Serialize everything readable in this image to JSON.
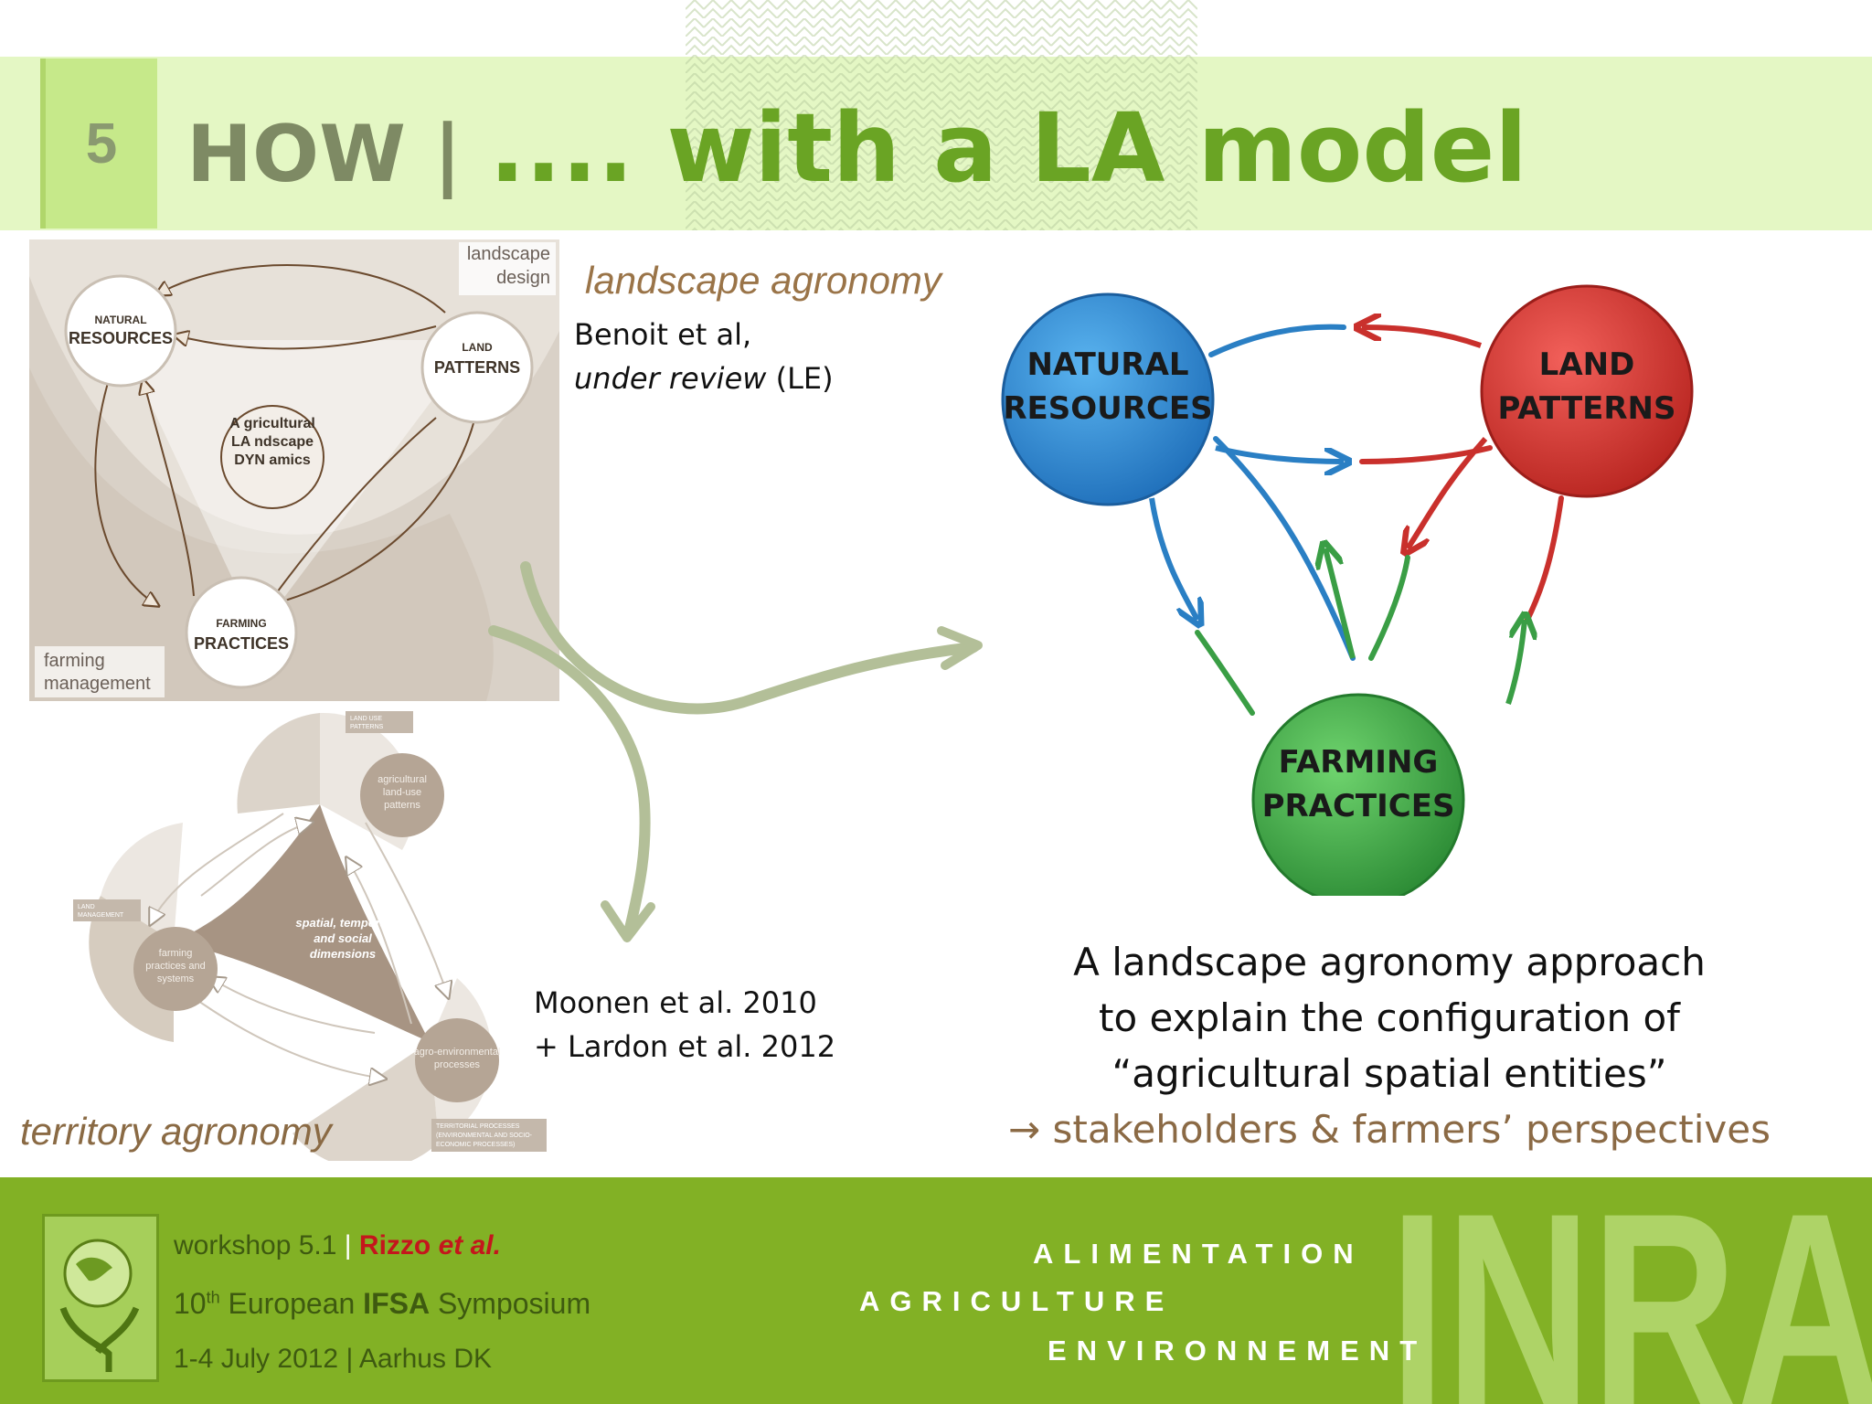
{
  "header": {
    "slide_number": "5",
    "title_prefix": "HOW | ",
    "title_main": ".... with a LA model"
  },
  "left_diagram": {
    "panel_label_top": [
      "landscape",
      "design"
    ],
    "panel_label_bottom": [
      "farming",
      "management"
    ],
    "nodes": {
      "natural": [
        "NATURAL",
        "RESOURCES"
      ],
      "land": [
        "LAND",
        "PATTERNS"
      ],
      "farming": [
        "FARMING",
        "PRACTICES"
      ]
    },
    "center": [
      "A gricultural",
      "LA ndscape",
      "DYN amics"
    ],
    "title": "landscape agronomy",
    "reference_line1": "Benoit et al,",
    "reference_line2_italic": "under review",
    "reference_line2_rest": " (LE)"
  },
  "territory_diagram": {
    "lobe_labels": {
      "land_use": [
        "agricultural",
        "land-use",
        "patterns"
      ],
      "farming": [
        "farming",
        "practices and",
        "systems"
      ],
      "agro_env": [
        "agro-environmental",
        "processes"
      ]
    },
    "center": [
      "spatial, temporal",
      "and social",
      "dimensions"
    ],
    "tags": {
      "land_use": [
        "LAND USE",
        "PATTERNS"
      ],
      "land_management": [
        "LAND",
        "MANAGEMENT"
      ],
      "territorial": [
        "TERRITORIAL PROCESSES",
        "(ENVIRONMENTAL AND SOCIO-",
        "ECONOMIC PROCESSES)"
      ]
    },
    "title": "territory agronomy",
    "reference_line1": "Moonen et al. 2010",
    "reference_line2": "+ Lardon et al. 2012"
  },
  "model": {
    "natural": [
      "NATURAL",
      "RESOURCES"
    ],
    "land": [
      "LAND",
      "PATTERNS"
    ],
    "farming": [
      "FARMING",
      "PRACTICES"
    ],
    "colors": {
      "natural": "#2a8fd8",
      "land": "#e03a36",
      "farming": "#3fb44a"
    }
  },
  "caption": {
    "line1": "A landscape agronomy  approach",
    "line2": "to  explain the configuration of",
    "line3": "“agricultural spatial entities”",
    "line4": "→ stakeholders & farmers’ perspectives"
  },
  "footer": {
    "workshop": "workshop 5.1",
    "separator": " | ",
    "author_name": "Rizzo ",
    "author_etal": "et al.",
    "symposium_pre": "10",
    "symposium_sup": "th",
    "symposium_mid": "  European ",
    "symposium_bold": "IFSA",
    "symposium_post": " Symposium",
    "dates": "1-4 July 2012 | Aarhus DK",
    "inra_words": [
      "ALIMENTATION",
      "AGRICULTURE",
      "ENVIRONNEMENT"
    ],
    "inra_logo": "INRA"
  },
  "colors": {
    "header_band": "#e4f7c4",
    "title_green": "#6aa424",
    "footer_green": "#82b125"
  }
}
